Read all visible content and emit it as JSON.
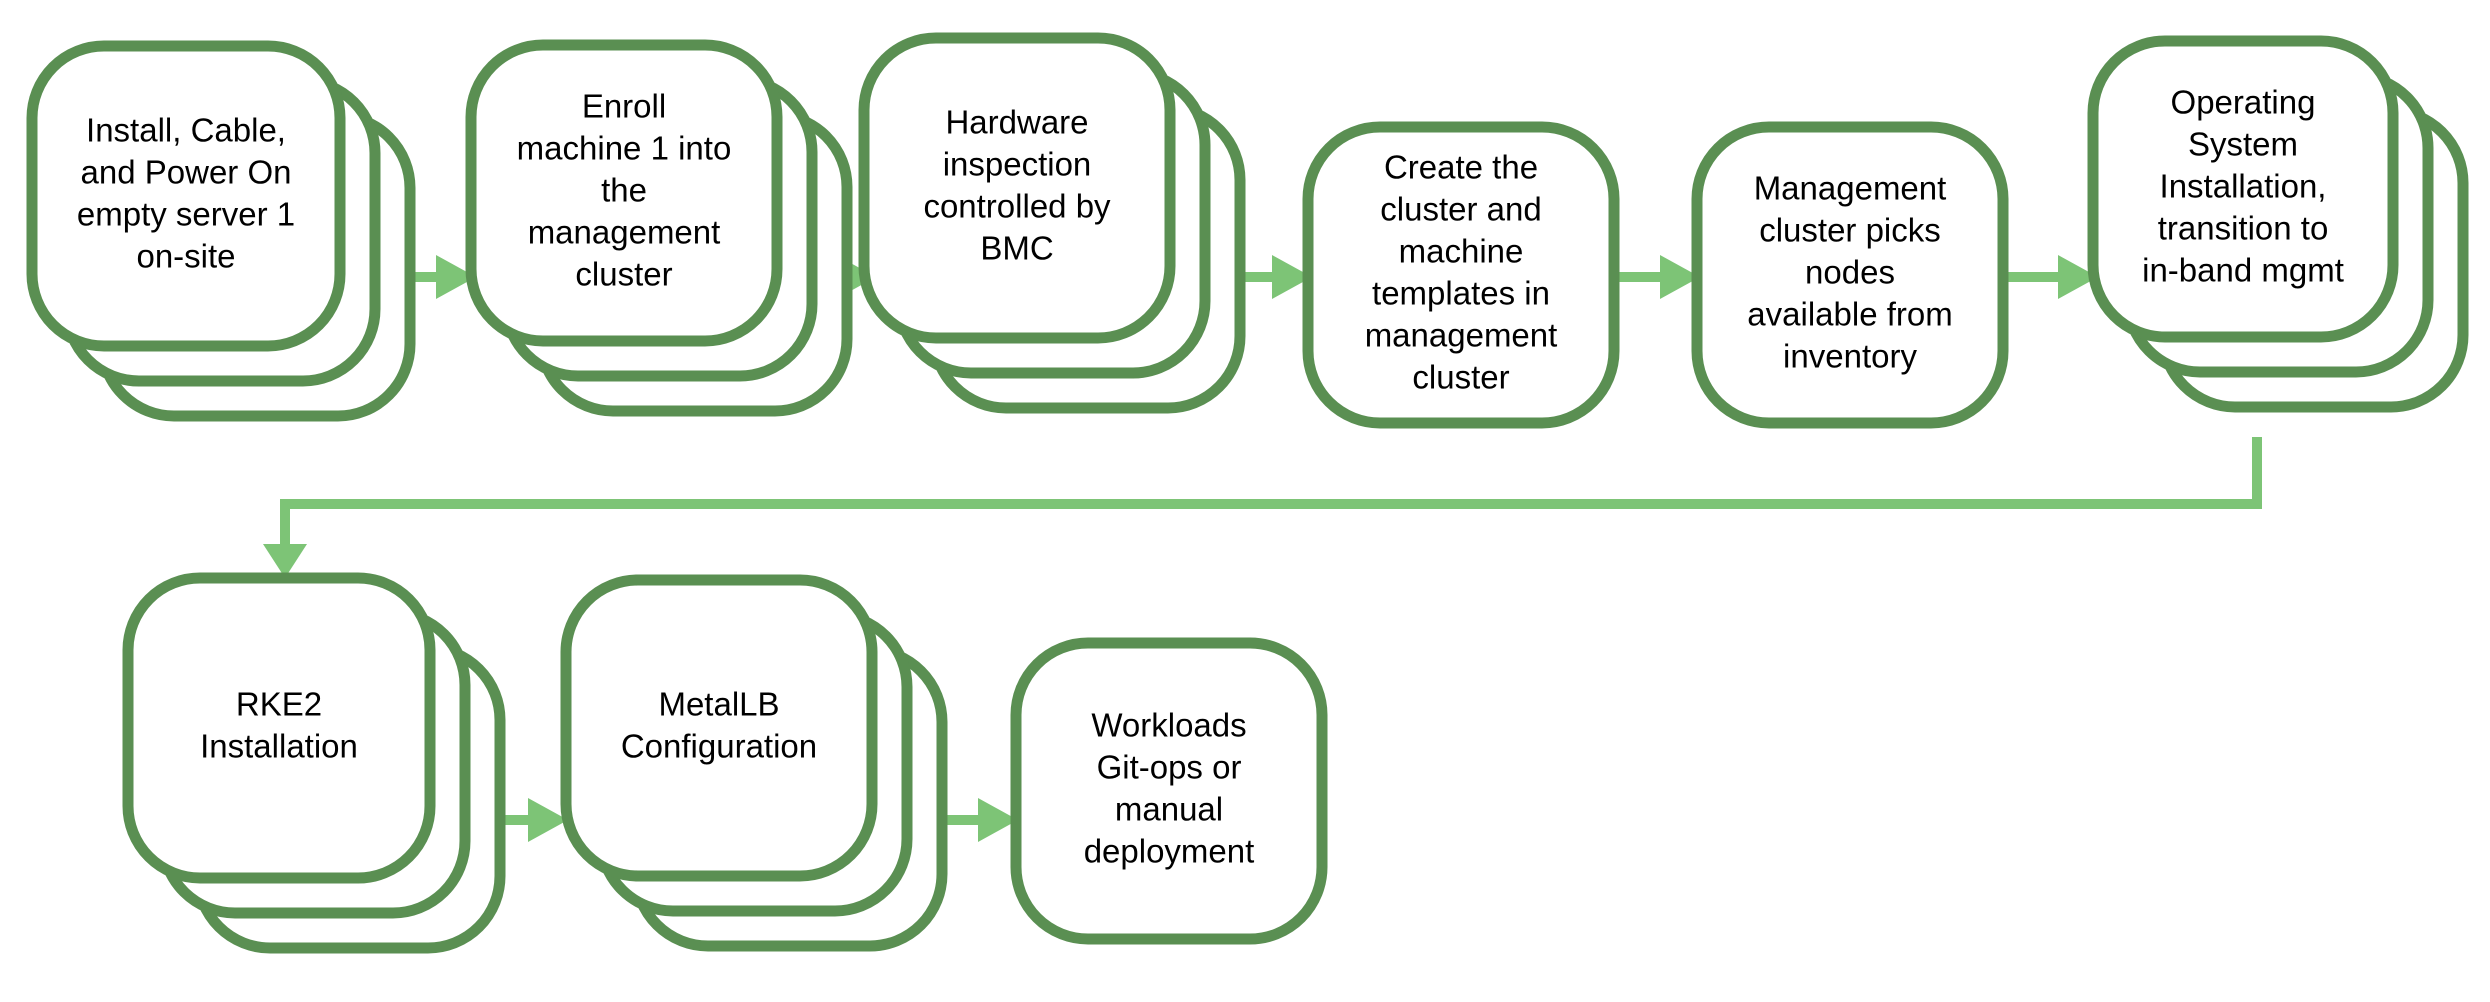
{
  "diagram": {
    "colors": {
      "box_stroke": "#5a8f52",
      "box_fill": "#ffffff",
      "arrow": "#7dc476",
      "text": "#000000"
    },
    "steps": [
      {
        "id": "install",
        "label": [
          "Install, Cable,",
          "and Power On",
          "empty server 1",
          "on-site"
        ],
        "stacked": true
      },
      {
        "id": "enroll",
        "label": [
          "Enroll",
          "machine 1 into",
          "the",
          "management",
          "cluster"
        ],
        "stacked": true
      },
      {
        "id": "inspect",
        "label": [
          "Hardware",
          "inspection",
          "controlled by",
          "BMC"
        ],
        "stacked": true
      },
      {
        "id": "templates",
        "label": [
          "Create the",
          "cluster and",
          "machine",
          "templates in",
          "management",
          "cluster"
        ],
        "stacked": false
      },
      {
        "id": "picks",
        "label": [
          "Management",
          "cluster picks",
          "nodes",
          "available from",
          "inventory"
        ],
        "stacked": false
      },
      {
        "id": "os",
        "label": [
          "Operating",
          "System",
          "Installation,",
          "transition to",
          "in-band mgmt"
        ],
        "stacked": true
      },
      {
        "id": "rke2",
        "label": [
          "RKE2",
          "Installation"
        ],
        "stacked": true
      },
      {
        "id": "metallb",
        "label": [
          "MetalLB",
          "Configuration"
        ],
        "stacked": true
      },
      {
        "id": "workloads",
        "label": [
          "Workloads",
          "Git-ops or",
          "manual",
          "deployment"
        ],
        "stacked": false
      }
    ]
  }
}
